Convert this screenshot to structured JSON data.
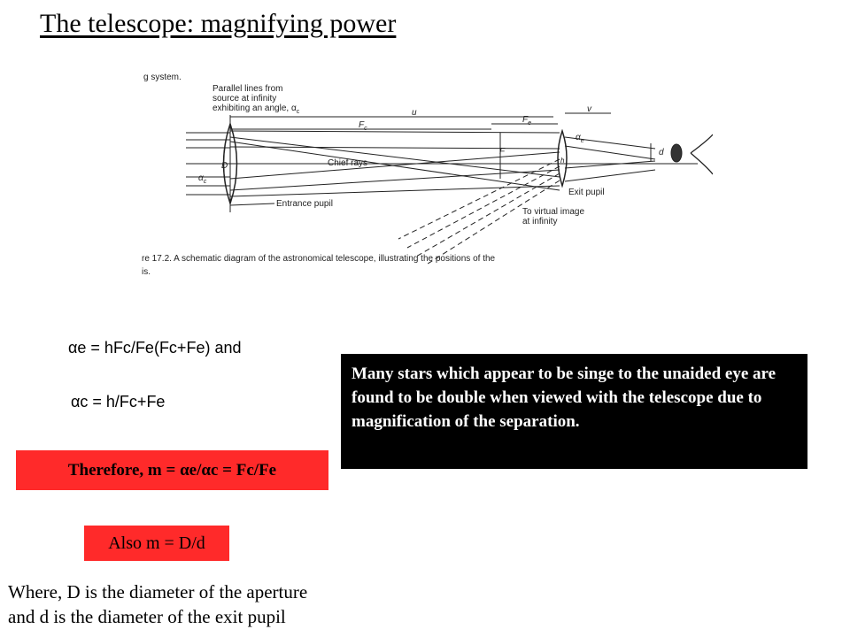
{
  "title": "The telescope: magnifying power",
  "diagram": {
    "system": "g system.",
    "parallel_line1": "Parallel lines from",
    "parallel_line2": "source at infinity",
    "parallel_line3": "exhibiting an angle, α",
    "parallel_sub": "c",
    "u": "u",
    "v": "v",
    "fc": "F",
    "fc_sub": "c",
    "fe": "F",
    "fe_sub": "e",
    "f": "F",
    "alpha_e": "α",
    "alpha_e_sub": "e",
    "alpha_c": "α",
    "alpha_c_sub": "c",
    "D": "D",
    "d": "d",
    "h": "h",
    "chief_rays": "Chief rays",
    "exit_pupil": "Exit pupil",
    "entrance_pupil": "Entrance pupil",
    "virtual1": "To virtual image",
    "virtual2": "at infinity",
    "caption_line1": "re 17.2.  A schematic diagram of the astronomical telescope, illustrating the positions of the",
    "caption_line2": "is."
  },
  "equations": {
    "eq1": "αe = hFc/Fe(Fc+Fe)  and",
    "eq2": "αc = h/Fc+Fe"
  },
  "therefore": "Therefore,  m = αe/αc = Fc/Fe",
  "also": "Also m = D/d",
  "info": "Many stars which appear to be singe to the unaided eye are found to be double when viewed with the telescope due to magnification of the separation.",
  "note_line1": "Where, D is the diameter of the aperture",
  "note_line2": "and d is the diameter of the exit pupil"
}
